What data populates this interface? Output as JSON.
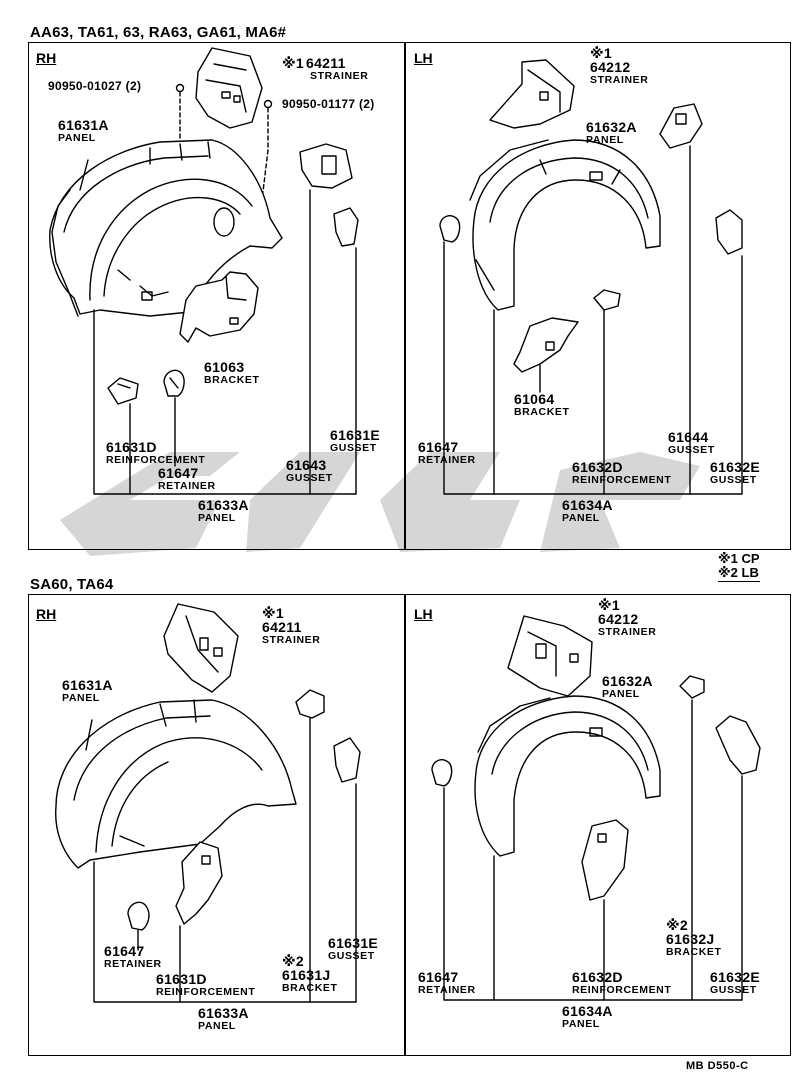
{
  "section1": {
    "title": "AA63, TA61, 63, RA63, GA61, MA6#",
    "rh": {
      "side": "RH",
      "hw1": "90950-01027 (2)",
      "hw2": "90950-01177 (2)",
      "strainer_mark": "※1",
      "strainer_no": "64211",
      "strainer_name": "STRAINER",
      "panel_no": "61631A",
      "panel_name": "PANEL",
      "bracket_no": "61063",
      "bracket_name": "BRACKET",
      "reinf_no": "61631D",
      "reinf_name": "REINFORCEMENT",
      "retainer_no": "61647",
      "retainer_name": "RETAINER",
      "gusset1_no": "61643",
      "gusset1_name": "GUSSET",
      "gusset2_no": "61631E",
      "gusset2_name": "GUSSET",
      "assy_no": "61633A",
      "assy_name": "PANEL"
    },
    "lh": {
      "side": "LH",
      "strainer_mark": "※1",
      "strainer_no": "64212",
      "strainer_name": "STRAINER",
      "panel_no": "61632A",
      "panel_name": "PANEL",
      "bracket_no": "61064",
      "bracket_name": "BRACKET",
      "retainer_no": "61647",
      "retainer_name": "RETAINER",
      "reinf_no": "61632D",
      "reinf_name": "REINFORCEMENT",
      "gusset1_no": "61644",
      "gusset1_name": "GUSSET",
      "gusset2_no": "61632E",
      "gusset2_name": "GUSSET",
      "assy_no": "61634A",
      "assy_name": "PANEL"
    }
  },
  "legend": {
    "m1": "※1",
    "v1": "CP",
    "m2": "※2",
    "v2": "LB"
  },
  "section2": {
    "title": "SA60, TA64",
    "rh": {
      "side": "RH",
      "strainer_mark": "※1",
      "strainer_no": "64211",
      "strainer_name": "STRAINER",
      "panel_no": "61631A",
      "panel_name": "PANEL",
      "retainer_no": "61647",
      "retainer_name": "RETAINER",
      "reinf_no": "61631D",
      "reinf_name": "REINFORCEMENT",
      "bracket_mark": "※2",
      "bracket_no": "61631J",
      "bracket_name": "BRACKET",
      "gusset_no": "61631E",
      "gusset_name": "GUSSET",
      "assy_no": "61633A",
      "assy_name": "PANEL"
    },
    "lh": {
      "side": "LH",
      "strainer_mark": "※1",
      "strainer_no": "64212",
      "strainer_name": "STRAINER",
      "panel_no": "61632A",
      "panel_name": "PANEL",
      "bracket_mark": "※2",
      "bracket_no": "61632J",
      "bracket_name": "BRACKET",
      "retainer_no": "61647",
      "retainer_name": "RETAINER",
      "reinf_no": "61632D",
      "reinf_name": "REINFORCEMENT",
      "gusset_no": "61632E",
      "gusset_name": "GUSSET",
      "assy_no": "61634A",
      "assy_name": "PANEL"
    }
  },
  "footer": {
    "code": "MB  D550-C"
  }
}
